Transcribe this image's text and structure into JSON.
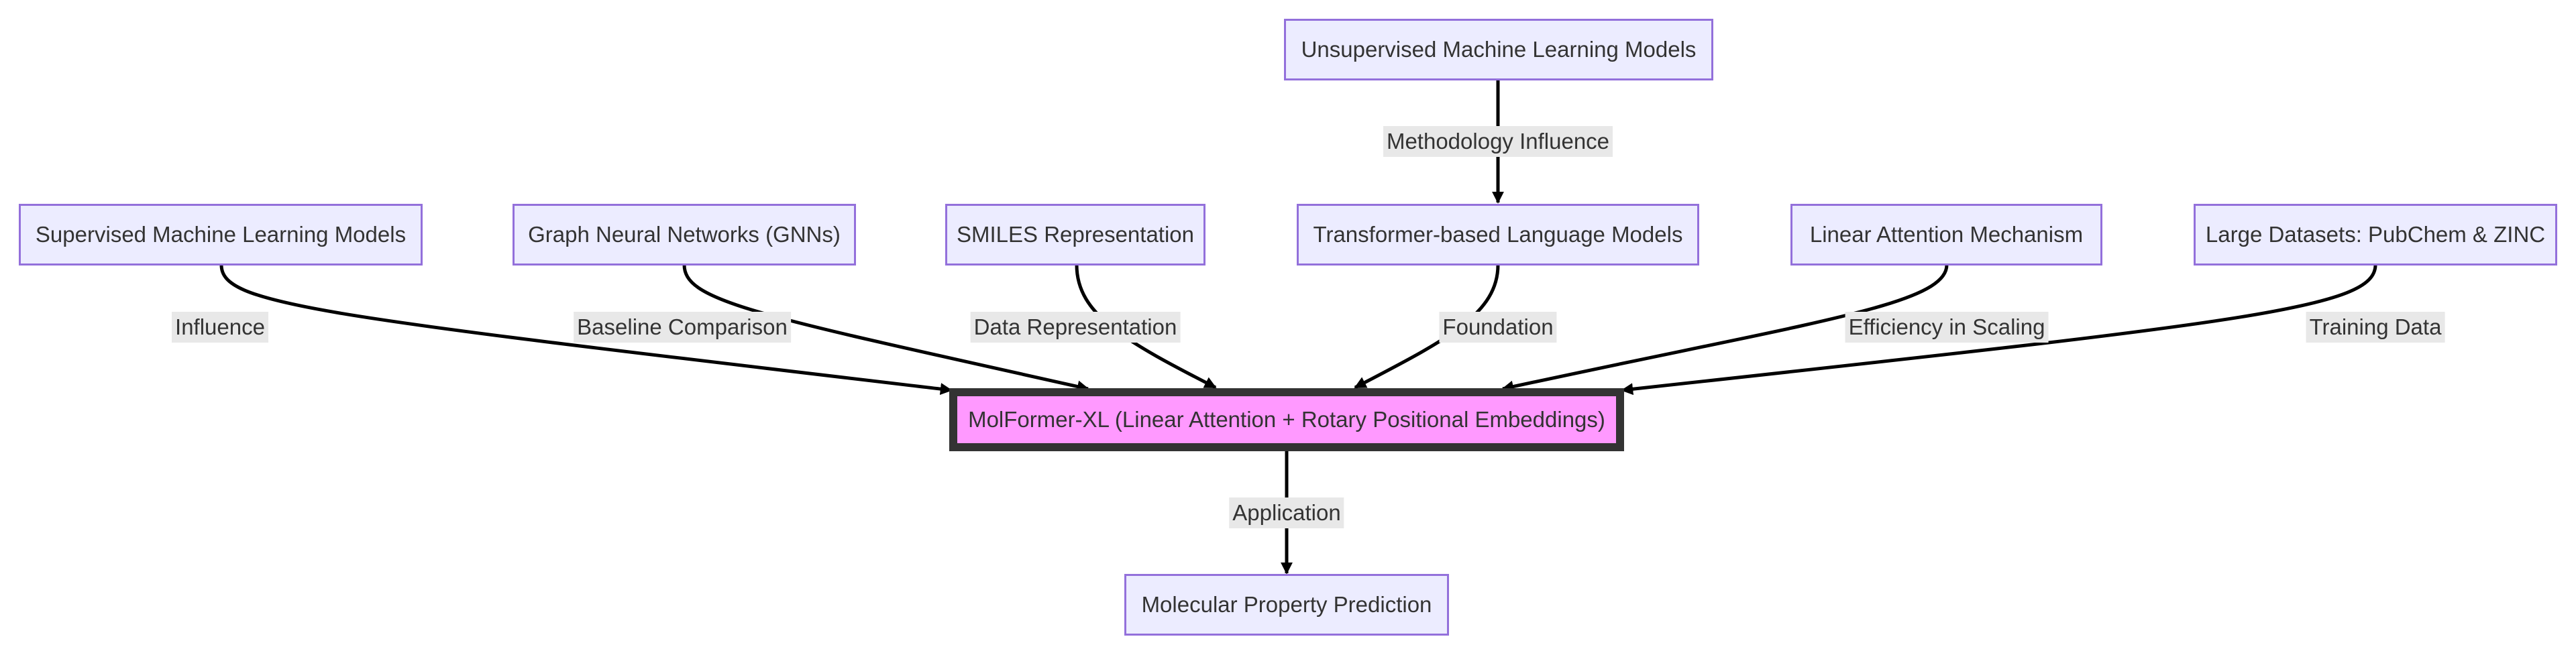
{
  "diagram": {
    "nodes": {
      "unsupervised": "Unsupervised Machine Learning Models",
      "supervised": "Supervised Machine Learning Models",
      "gnn": "Graph Neural Networks (GNNs)",
      "smiles": "SMILES Representation",
      "transformer": "Transformer-based Language Models",
      "linear_attention": "Linear Attention Mechanism",
      "datasets": "Large Datasets: PubChem & ZINC",
      "molformer": "MolFormer-XL (Linear Attention + Rotary Positional Embeddings)",
      "property": "Molecular Property Prediction"
    },
    "edges": {
      "methodology": "Methodology Influence",
      "influence": "Influence",
      "baseline": "Baseline Comparison",
      "data_rep": "Data Representation",
      "foundation": "Foundation",
      "efficiency": "Efficiency in Scaling",
      "training": "Training Data",
      "application": "Application"
    }
  },
  "colors": {
    "node_fill": "#ECECFF",
    "node_border": "#9370DB",
    "main_fill": "#FF99FF",
    "main_border": "#333333",
    "edge_stroke": "#000000",
    "edge_label_bg": "#E8E8E8",
    "text": "#333333"
  }
}
